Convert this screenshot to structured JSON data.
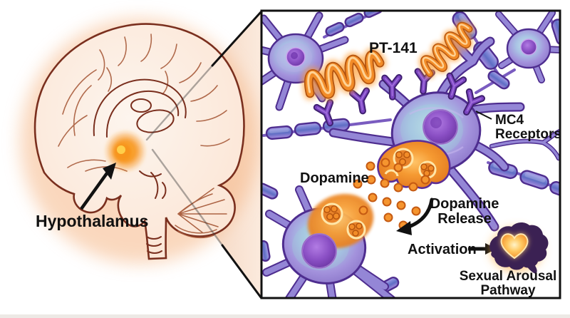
{
  "left_panel": {
    "hypothalamus_label": "Hypothalamus"
  },
  "right_panel": {
    "pt141_label": "PT-141",
    "mc4_label": [
      "MC4",
      "Receptors"
    ],
    "dopamine_label": "Dopamine",
    "dopamine_release_label": [
      "Dopamine",
      "Release"
    ],
    "activation_label": "Activation",
    "pathway_label": [
      "Sexual Arousal",
      "Pathway"
    ]
  },
  "colors": {
    "accent_orange": "#f7941d",
    "dopamine_dot": "#f5952f",
    "neuron_purple": "#9486d6",
    "neuron_outline": "#4e2d8f",
    "brain_outline": "#7a2f1e",
    "brain_fill": "#fdeee4",
    "icon_brain_purple": "#3b2153",
    "label_text": "#111111",
    "panel_border": "#111111"
  },
  "icons": {
    "left_brain": "brain-sagittal-illustration",
    "hypothalamus_glow": "hypothalamus-highlight",
    "pointer": "hypothalamus-arrow-icon",
    "zoom_wedge": "zoom-wedge",
    "molecule": "pt141-molecule-icon",
    "receptor": "mc4-receptor-icon",
    "dot": "dopamine-dot-icon",
    "release_arrow": "curved-arrow-icon",
    "activation_arrow": "right-arrow-icon",
    "brain_heart": "brain-heart-icon"
  }
}
